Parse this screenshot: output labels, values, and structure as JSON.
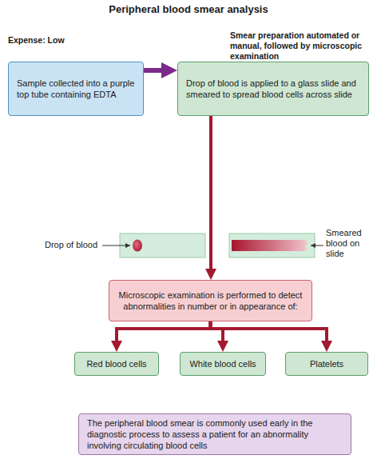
{
  "diagram": {
    "title": "Peripheral blood smear analysis",
    "nodes": [
      {
        "text": [
          "Sample collected into a purple top tube containing EDTA"
        ]
      },
      {
        "text": [
          "Drop of blood is applied to a glass slide and smeared to spread blood cells across slide"
        ]
      },
      {
        "text": [
          "Microscopic examination is performed to detect abnormalities in number or in appearance of:"
        ]
      },
      {
        "text": [
          "Red blood cells"
        ]
      },
      {
        "text": [
          "White blood cells"
        ]
      },
      {
        "text": [
          "Platelets"
        ]
      },
      {
        "text": [
          "The peripheral blood smear is commonly used early in the diagnostic process to assess a patient for an abnormality involving circulating blood cells"
        ]
      }
    ],
    "edges": [
      {
        "from": 0,
        "to": 1,
        "arrow": "to"
      },
      {
        "from": 1,
        "to": 2,
        "arrow": "to"
      },
      {
        "from": 2,
        "to": 3,
        "arrow": "to"
      },
      {
        "from": 2,
        "to": 4,
        "arrow": "to"
      },
      {
        "from": 2,
        "to": 5,
        "arrow": "to"
      }
    ],
    "labels": [
      "Expense: Low",
      "Smear preparation automated or manual, followed by microscopic examination",
      "Drop of blood",
      "Smeared blood on slide"
    ]
  }
}
